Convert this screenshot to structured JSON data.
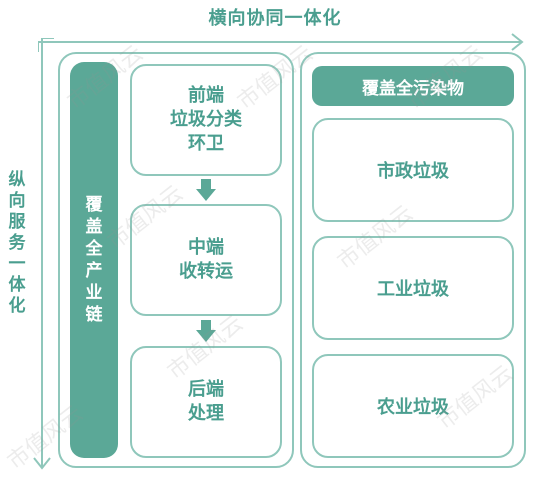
{
  "horizontal_axis_label": "横向协同一体化",
  "vertical_axis_label": "纵向服务一体化",
  "chain_label": "覆盖全产业链",
  "stages": {
    "front": "前端\n垃圾分类\n环卫",
    "mid": "中端\n收转运",
    "back": "后端\n处理"
  },
  "pollutants": {
    "header": "覆盖全污染物",
    "categories": [
      "市政垃圾",
      "工业垃圾",
      "农业垃圾"
    ]
  },
  "watermark": "市值风云",
  "colors": {
    "accent": "#5ba897",
    "text": "#4a9e8f",
    "border": "#8fc7bb"
  }
}
